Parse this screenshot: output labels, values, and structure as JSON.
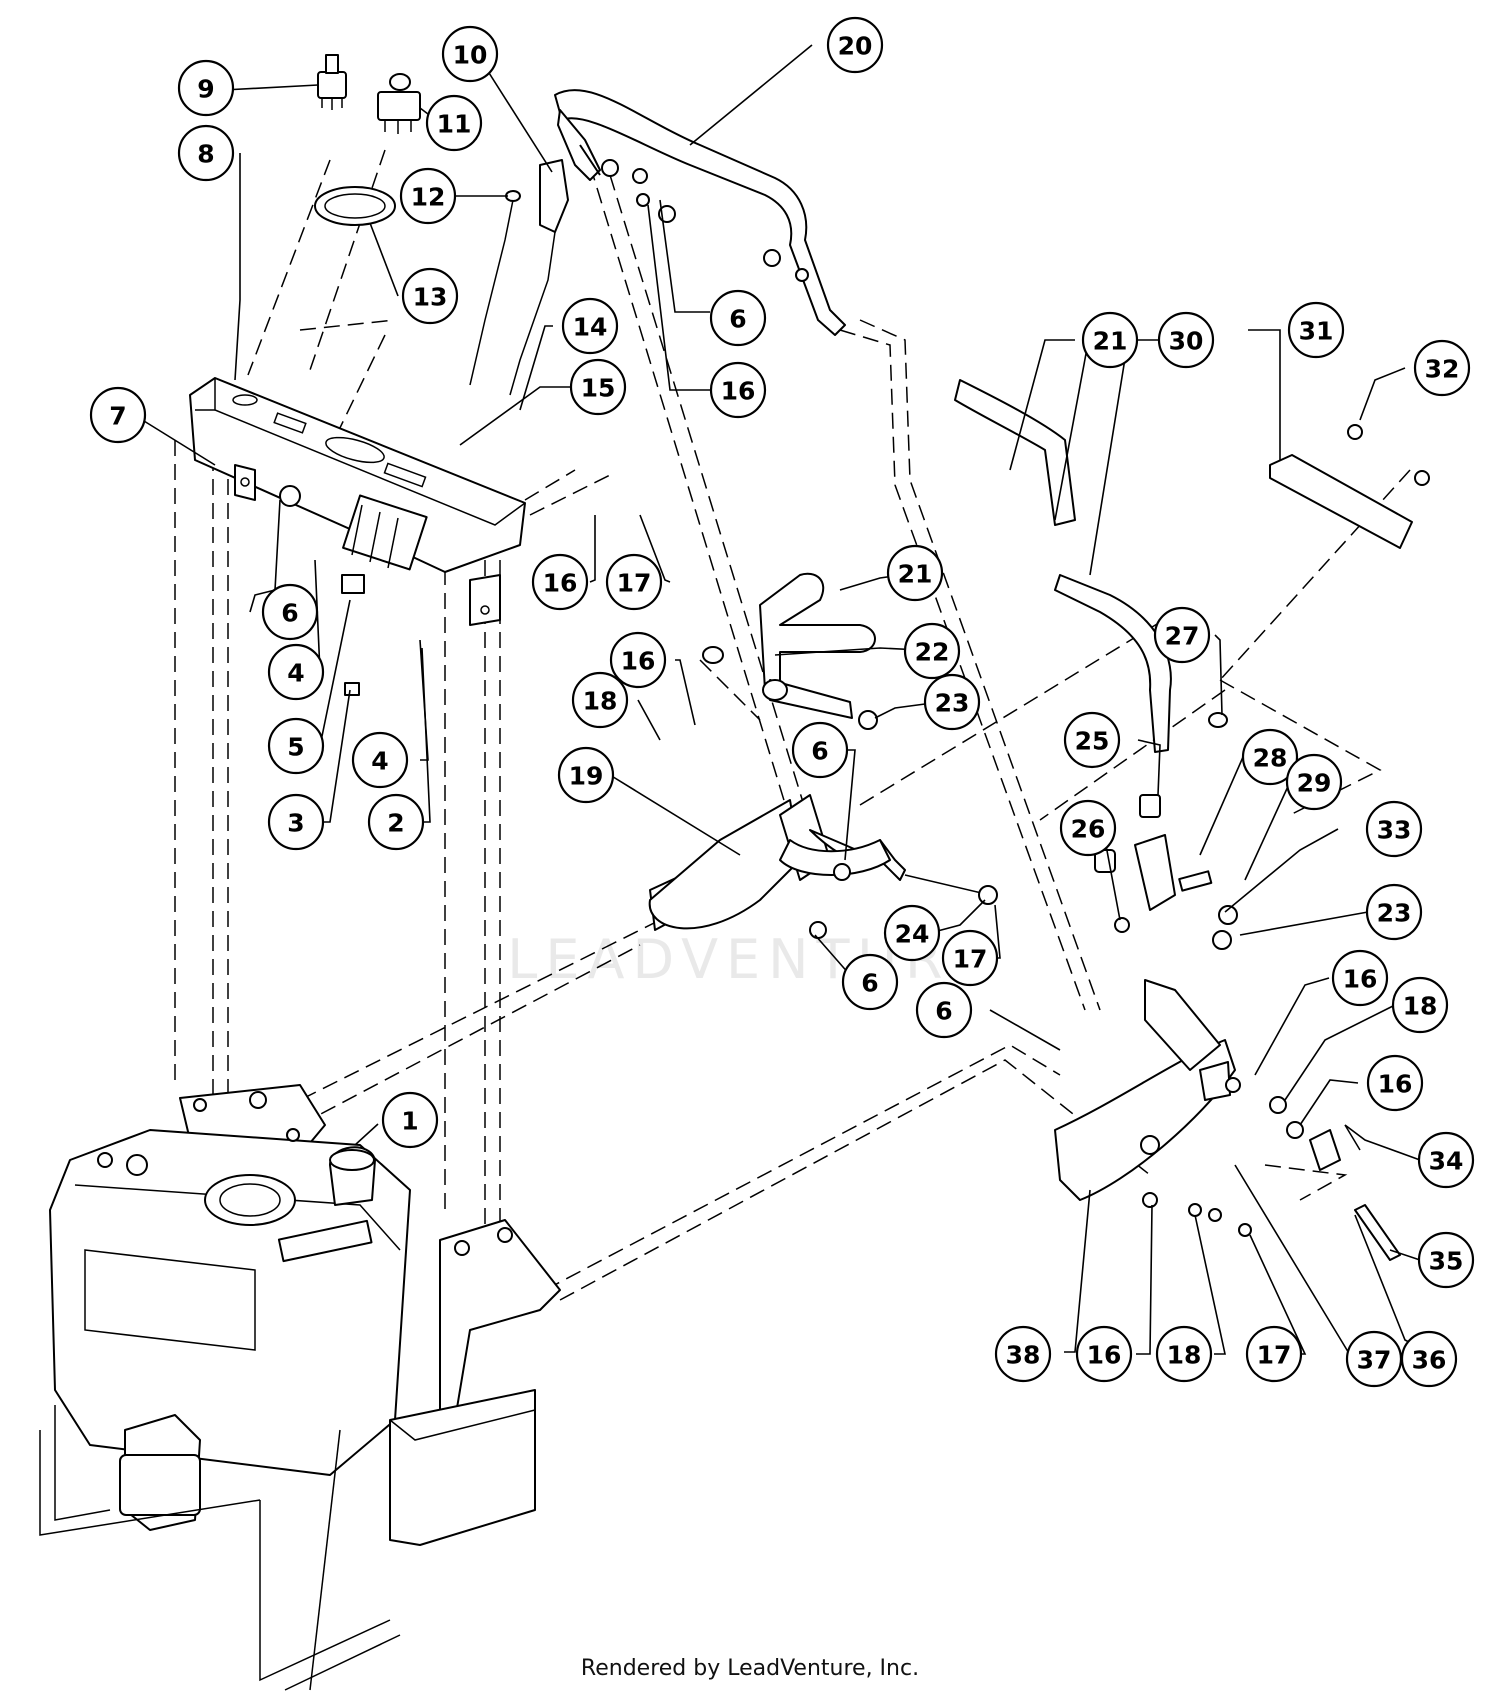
{
  "watermark": "LEADVENTURE",
  "footer": "Rendered by LeadVenture, Inc.",
  "callouts": [
    {
      "id": "c1",
      "label": "1"
    },
    {
      "id": "c2",
      "label": "2"
    },
    {
      "id": "c3",
      "label": "3"
    },
    {
      "id": "c4a",
      "label": "4"
    },
    {
      "id": "c4b",
      "label": "4"
    },
    {
      "id": "c5",
      "label": "5"
    },
    {
      "id": "c6a",
      "label": "6"
    },
    {
      "id": "c6b",
      "label": "6"
    },
    {
      "id": "c6c",
      "label": "6"
    },
    {
      "id": "c6d",
      "label": "6"
    },
    {
      "id": "c6e",
      "label": "6"
    },
    {
      "id": "c7",
      "label": "7"
    },
    {
      "id": "c8",
      "label": "8"
    },
    {
      "id": "c9",
      "label": "9"
    },
    {
      "id": "c10",
      "label": "10"
    },
    {
      "id": "c11",
      "label": "11"
    },
    {
      "id": "c12",
      "label": "12"
    },
    {
      "id": "c13",
      "label": "13"
    },
    {
      "id": "c14",
      "label": "14"
    },
    {
      "id": "c15",
      "label": "15"
    },
    {
      "id": "c16a",
      "label": "16"
    },
    {
      "id": "c16b",
      "label": "16"
    },
    {
      "id": "c16c",
      "label": "16"
    },
    {
      "id": "c16d",
      "label": "16"
    },
    {
      "id": "c16e",
      "label": "16"
    },
    {
      "id": "c16f",
      "label": "16"
    },
    {
      "id": "c17a",
      "label": "17"
    },
    {
      "id": "c17b",
      "label": "17"
    },
    {
      "id": "c17c",
      "label": "17"
    },
    {
      "id": "c18a",
      "label": "18"
    },
    {
      "id": "c18b",
      "label": "18"
    },
    {
      "id": "c18c",
      "label": "18"
    },
    {
      "id": "c19",
      "label": "19"
    },
    {
      "id": "c20",
      "label": "20"
    },
    {
      "id": "c21a",
      "label": "21"
    },
    {
      "id": "c21b",
      "label": "21"
    },
    {
      "id": "c22",
      "label": "22"
    },
    {
      "id": "c23a",
      "label": "23"
    },
    {
      "id": "c23b",
      "label": "23"
    },
    {
      "id": "c24",
      "label": "24"
    },
    {
      "id": "c25",
      "label": "25"
    },
    {
      "id": "c26",
      "label": "26"
    },
    {
      "id": "c27",
      "label": "27"
    },
    {
      "id": "c28",
      "label": "28"
    },
    {
      "id": "c29",
      "label": "29"
    },
    {
      "id": "c30",
      "label": "30"
    },
    {
      "id": "c31",
      "label": "31"
    },
    {
      "id": "c32",
      "label": "32"
    },
    {
      "id": "c33",
      "label": "33"
    },
    {
      "id": "c34",
      "label": "34"
    },
    {
      "id": "c35",
      "label": "35"
    },
    {
      "id": "c36",
      "label": "36"
    },
    {
      "id": "c37",
      "label": "37"
    },
    {
      "id": "c38",
      "label": "38"
    }
  ]
}
